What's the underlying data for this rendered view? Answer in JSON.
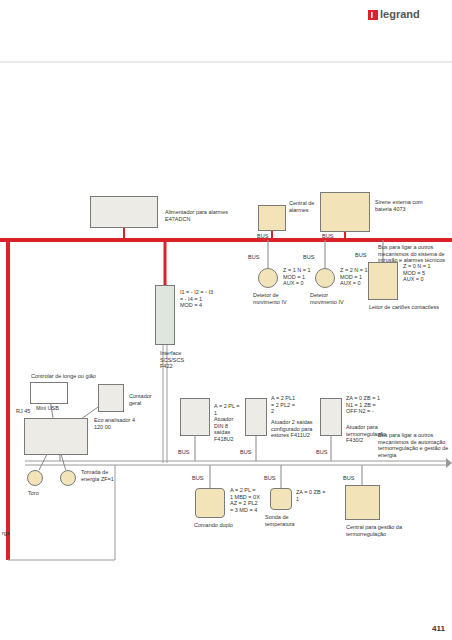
{
  "diagram": {
    "nodes": [
      {
        "text": [
          "Alimentador para alarmes E47ADCN"
        ]
      },
      {
        "text": [
          "Central de alarmes"
        ]
      },
      {
        "text": [
          "Sirene externa com bateria 4073"
        ]
      },
      {
        "text": [
          "Z = 1 N = 1 MOD = 1 AUX = 0",
          "Detetor de movimento IV"
        ]
      },
      {
        "text": [
          "Z = 2 N = 1 MOD = 1 AUX = 0",
          "Detetor movimento IV"
        ]
      },
      {
        "text": [
          "Z = 0 N = 1 MOD = 5 AUX = 0",
          "Leitor de cartões contactless"
        ]
      },
      {
        "text": [
          "I1 = - I2 = - I3 = - I4 = 1 MOD = 4",
          "Interface SCS/SCS F422"
        ]
      },
      {
        "text": [
          "Controlar de longe ou gião"
        ]
      },
      {
        "text": [
          "Contador geral"
        ]
      },
      {
        "text": [
          "Eco analisador 4 120 00"
        ]
      },
      {
        "text": [
          "Toro"
        ]
      },
      {
        "text": [
          "Tomada de energia ZF=1"
        ]
      },
      {
        "text": [
          "A = 2 PL = 1",
          "Atuador DIN 8 saídas F418U2"
        ]
      },
      {
        "text": [
          "A = 2 PL1 = 2 PL2 = 2",
          "Atuador 2 saídas configurado para estores F411U2"
        ]
      },
      {
        "text": [
          "ZA = 0 ZB = 1 N1 = 1 ZB = OFF N2 = -",
          "Atuador para termorregulação F430/2"
        ]
      },
      {
        "text": [
          "A = 2 PL = 1 MBD = 0X AZ = 2 PL2 = 3 MD = 4",
          "Comando duplo"
        ]
      },
      {
        "text": [
          "ZA = 0 ZB = 1",
          "Sonda de temperatura"
        ]
      },
      {
        "text": [
          "Central para gestão da termorregulação"
        ]
      }
    ],
    "edges": [
      {
        "from": 7,
        "to": 9,
        "arrow": "none"
      },
      {
        "from": 8,
        "to": 9,
        "arrow": "none"
      },
      {
        "from": 9,
        "to": 10,
        "arrow": "none"
      },
      {
        "from": 9,
        "to": 11,
        "arrow": "none"
      }
    ],
    "labels": [
      "legrand",
      "BUS",
      "BUS",
      "Bus para ligar a outros mecanismos do sistema de intrusão e alarmes técnicos",
      "BUS",
      "BUS",
      "BUS",
      "RJ 45",
      "Mini USB",
      "BUS",
      "BUS",
      "BUS",
      "Bus para ligar a outros mecanismos de automação, termorregulação e gestão de energia",
      "BUS",
      "BUS",
      "BUS",
      "rga",
      "411"
    ]
  }
}
